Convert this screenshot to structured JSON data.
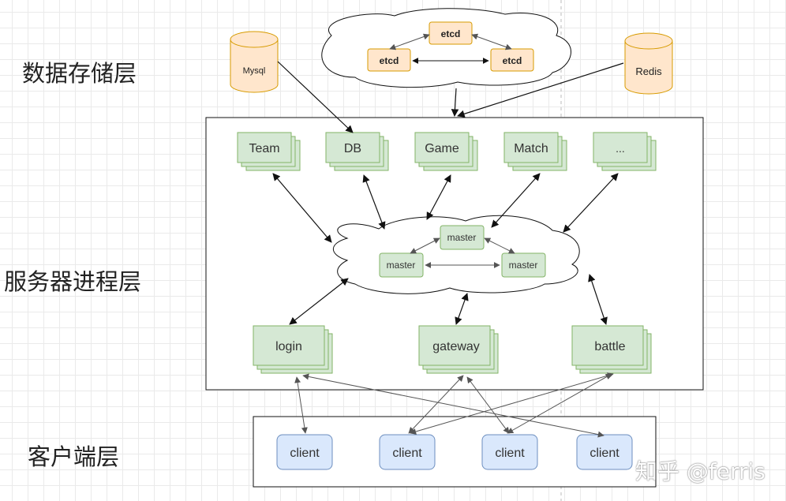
{
  "layers": {
    "storage": "数据存储层",
    "server": "服务器进程层",
    "client": "客户端层"
  },
  "storage": {
    "mysql": "Mysql",
    "redis": "Redis",
    "etcd": [
      "etcd",
      "etcd",
      "etcd"
    ]
  },
  "services": [
    "Team",
    "DB",
    "Game",
    "Match",
    "..."
  ],
  "masters": [
    "master",
    "master",
    "master"
  ],
  "gateways": [
    "login",
    "gateway",
    "battle"
  ],
  "clients": [
    "client",
    "client",
    "client",
    "client"
  ],
  "watermark": "知乎 @ferris",
  "colors": {
    "green_fill": "#d5e8d4",
    "green_stroke": "#82b366",
    "orange_fill": "#ffe6cc",
    "orange_stroke": "#d79b00",
    "blue_fill": "#dae8fc",
    "blue_stroke": "#6c8ebf"
  }
}
